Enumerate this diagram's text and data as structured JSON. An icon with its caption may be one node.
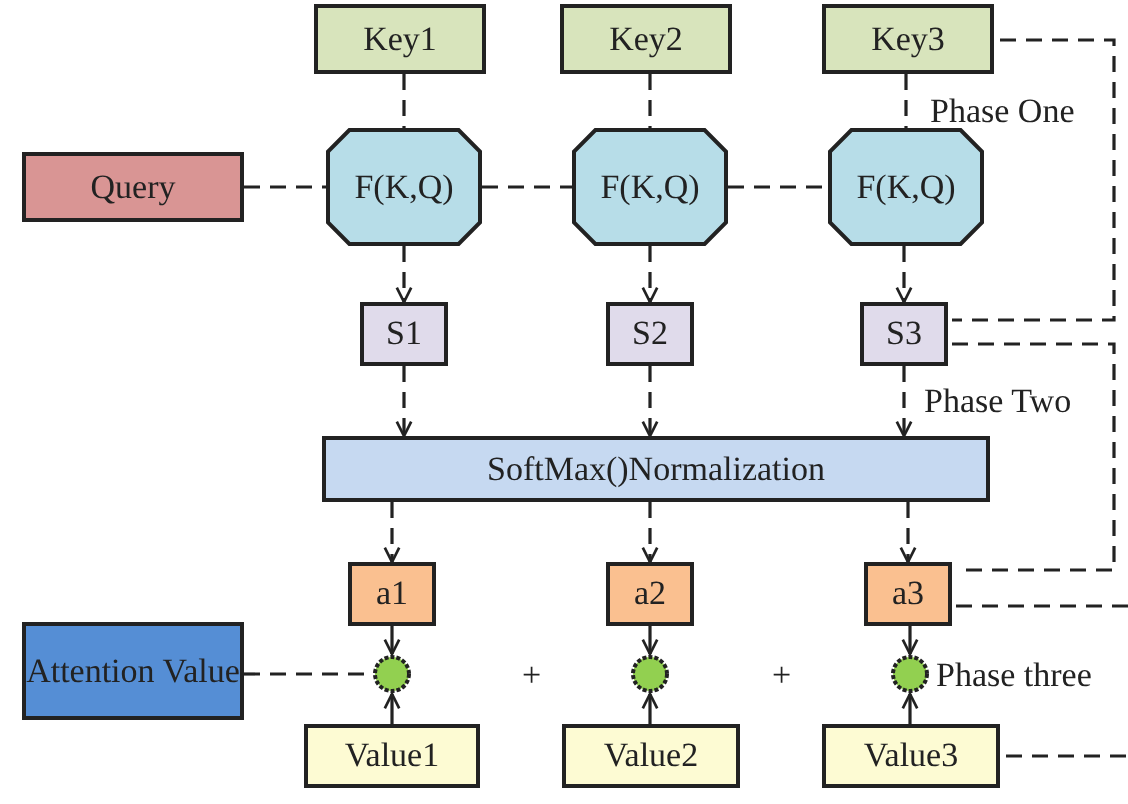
{
  "diagram": {
    "nodes": [
      {
        "text": [
          "Key1"
        ]
      },
      {
        "text": [
          "Key2"
        ]
      },
      {
        "text": [
          "Key3"
        ]
      },
      {
        "text": [
          "Query"
        ]
      },
      {
        "text": [
          "F(K,Q)"
        ]
      },
      {
        "text": [
          "F(K,Q)"
        ]
      },
      {
        "text": [
          "F(K,Q)"
        ]
      },
      {
        "text": [
          "S1"
        ]
      },
      {
        "text": [
          "S2"
        ]
      },
      {
        "text": [
          "S3"
        ]
      },
      {
        "text": [
          "SoftMax()Normalization"
        ]
      },
      {
        "text": [
          "a1"
        ]
      },
      {
        "text": [
          "a2"
        ]
      },
      {
        "text": [
          "a3"
        ]
      },
      {
        "text": [
          "Attention Value"
        ]
      },
      {
        "text": [],
        "shape": "circle"
      },
      {
        "text": [],
        "shape": "circle"
      },
      {
        "text": [],
        "shape": "circle"
      },
      {
        "text": [
          "Value1"
        ]
      },
      {
        "text": [
          "Value2"
        ]
      },
      {
        "text": [
          "Value3"
        ]
      }
    ],
    "edges": [
      {
        "from": 0,
        "to": 4,
        "arrow": "none",
        "style": "dashed"
      },
      {
        "from": 1,
        "to": 5,
        "arrow": "none",
        "style": "dashed"
      },
      {
        "from": 2,
        "to": 6,
        "arrow": "none",
        "style": "dashed"
      },
      {
        "from": 3,
        "to": 4,
        "arrow": "none",
        "style": "dashed"
      },
      {
        "from": 4,
        "to": 5,
        "arrow": "none",
        "style": "dashed"
      },
      {
        "from": 5,
        "to": 6,
        "arrow": "none",
        "style": "dashed"
      },
      {
        "from": 4,
        "to": 7,
        "arrow": "to",
        "style": "dashed"
      },
      {
        "from": 5,
        "to": 8,
        "arrow": "to",
        "style": "dashed"
      },
      {
        "from": 6,
        "to": 9,
        "arrow": "to",
        "style": "dashed"
      },
      {
        "from": 7,
        "to": 10,
        "arrow": "to",
        "style": "dashed"
      },
      {
        "from": 8,
        "to": 10,
        "arrow": "to",
        "style": "dashed"
      },
      {
        "from": 9,
        "to": 10,
        "arrow": "to",
        "style": "dashed"
      },
      {
        "from": 10,
        "to": 11,
        "arrow": "to",
        "style": "dashed"
      },
      {
        "from": 10,
        "to": 12,
        "arrow": "to",
        "style": "dashed"
      },
      {
        "from": 10,
        "to": 13,
        "arrow": "to",
        "style": "dashed"
      },
      {
        "from": 11,
        "to": 15,
        "arrow": "to"
      },
      {
        "from": 12,
        "to": 16,
        "arrow": "to"
      },
      {
        "from": 13,
        "to": 17,
        "arrow": "to"
      },
      {
        "from": 14,
        "to": 15,
        "arrow": "none",
        "style": "dashed"
      },
      {
        "from": 18,
        "to": 15,
        "arrow": "to"
      },
      {
        "from": 19,
        "to": 16,
        "arrow": "to"
      },
      {
        "from": 20,
        "to": 17,
        "arrow": "to"
      }
    ],
    "labels": [
      "Phase One",
      "Phase Two",
      "+",
      "+",
      "Phase three"
    ]
  }
}
